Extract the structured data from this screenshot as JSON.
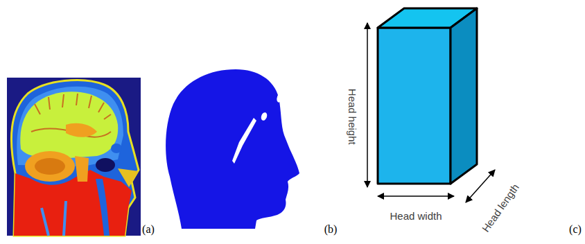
{
  "diagram": {
    "labels": [
      "(a)",
      "(b)",
      "(c)",
      "Head height",
      "Head width",
      "Head length"
    ]
  }
}
